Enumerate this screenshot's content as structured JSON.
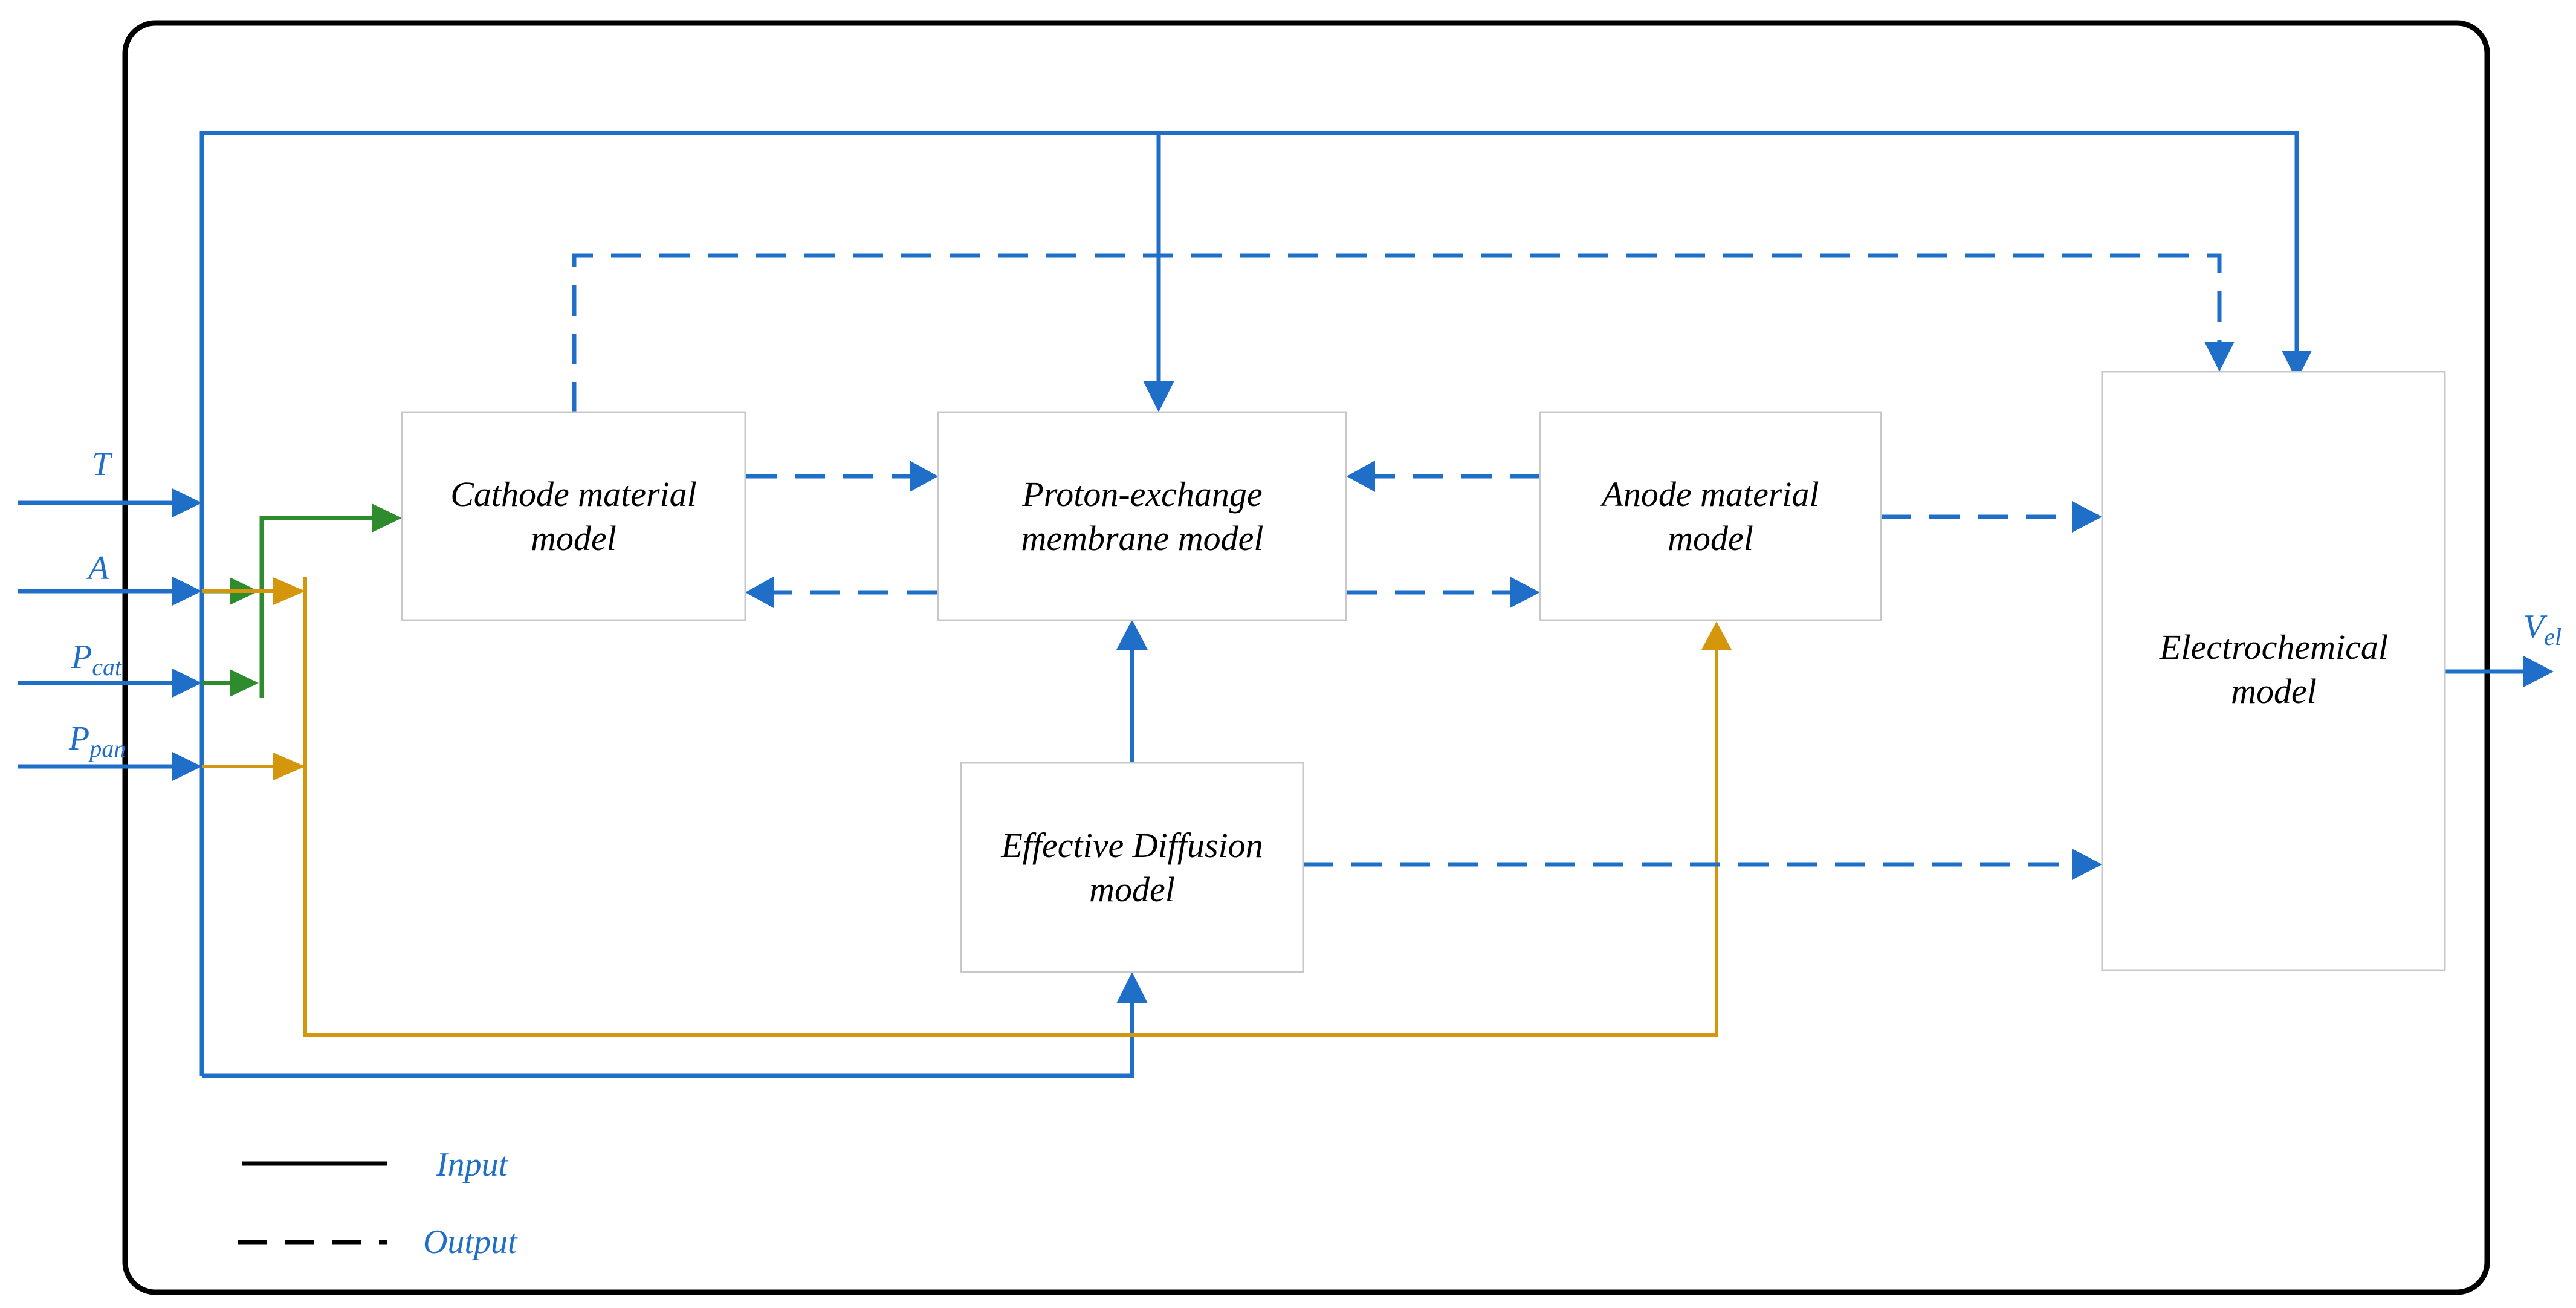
{
  "boxes": {
    "cathode": {
      "line1": "Cathode material",
      "line2": "model"
    },
    "pem": {
      "line1": "Proton-exchange",
      "line2": "membrane model"
    },
    "anode": {
      "line1": "Anode material",
      "line2": "model"
    },
    "diffusion": {
      "line1": "Effective Diffusion",
      "line2": "model"
    },
    "electrochem": {
      "line1": "Electrochemical",
      "line2": "model"
    }
  },
  "inputs": {
    "t": {
      "main": "T"
    },
    "a": {
      "main": "A"
    },
    "pcat": {
      "main": "P",
      "sub": "cat"
    },
    "ppan": {
      "main": "P",
      "sub": "pan"
    }
  },
  "output": {
    "main": "V",
    "sub": "el"
  },
  "legend": {
    "input_label": "Input",
    "output_label": "Output"
  },
  "colors": {
    "blue": "#1f6fc8",
    "green": "#2e8b2e",
    "orange": "#d4960c"
  }
}
